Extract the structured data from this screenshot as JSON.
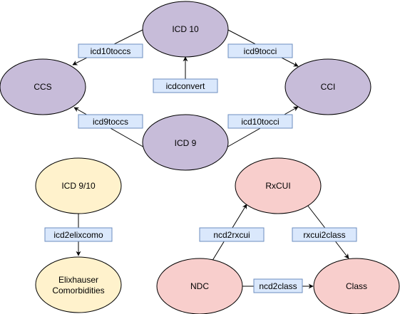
{
  "colors": {
    "purple_fill": "#c7bcd9",
    "yellow_fill": "#fff2cc",
    "red_fill": "#f8cecc",
    "label_fill": "#dae8fc",
    "label_stroke": "#6c8ebf",
    "line": "#000000"
  },
  "nodes": {
    "icd10": "ICD 10",
    "ccs": "CCS",
    "cci": "CCI",
    "icd9": "ICD 9",
    "icd910": "ICD 9/10",
    "elixhauser_line1": "Elixhauser",
    "elixhauser_line2": "Comorbidities",
    "rxcui": "RxCUI",
    "ndc": "NDC",
    "class": "Class"
  },
  "edges": {
    "icd10toccs": "icd10toccs",
    "icd9tocci": "icd9tocci",
    "icdconvert": "icdconvert",
    "icd9toccs": "icd9toccs",
    "icd10tocci": "icd10tocci",
    "icd2elixcomo": "icd2elixcomo",
    "ncd2rxcui": "ncd2rxcui",
    "rxcui2class": "rxcui2class",
    "ncd2class": "ncd2class"
  }
}
